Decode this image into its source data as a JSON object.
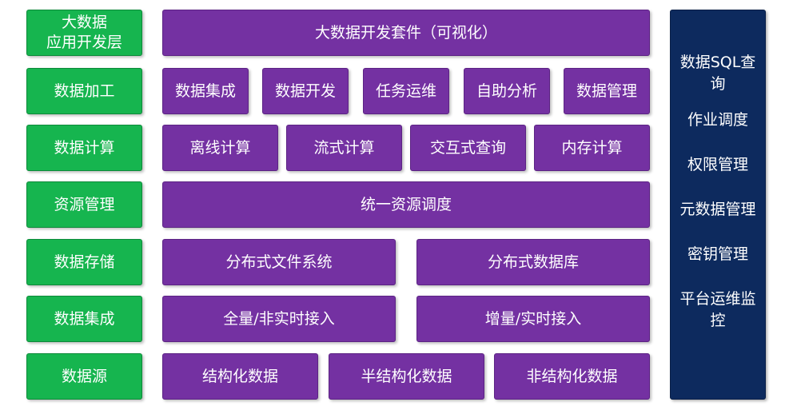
{
  "layers": [
    {
      "label": "大数据\n应用开发层",
      "items": [
        "大数据开发套件（可视化）"
      ]
    },
    {
      "label": "数据加工",
      "items": [
        "数据集成",
        "数据开发",
        "任务运维",
        "自助分析",
        "数据管理"
      ]
    },
    {
      "label": "数据计算",
      "items": [
        "离线计算",
        "流式计算",
        "交互式查询",
        "内存计算"
      ]
    },
    {
      "label": "资源管理",
      "items": [
        "统一资源调度"
      ]
    },
    {
      "label": "数据存储",
      "items": [
        "分布式文件系统",
        "分布式数据库"
      ]
    },
    {
      "label": "数据集成",
      "items": [
        "全量/非实时接入",
        "增量/实时接入"
      ]
    },
    {
      "label": "数据源",
      "items": [
        "结构化数据",
        "半结构化数据",
        "非结构化数据"
      ]
    }
  ],
  "side_panel": {
    "items": [
      "数据SQL查询",
      "作业调度",
      "权限管理",
      "元数据管理",
      "密钥管理",
      "平台运维监控"
    ]
  },
  "colors": {
    "layer_label": "#16b54f",
    "component": "#7431a2",
    "side_panel": "#0d2a5e"
  }
}
